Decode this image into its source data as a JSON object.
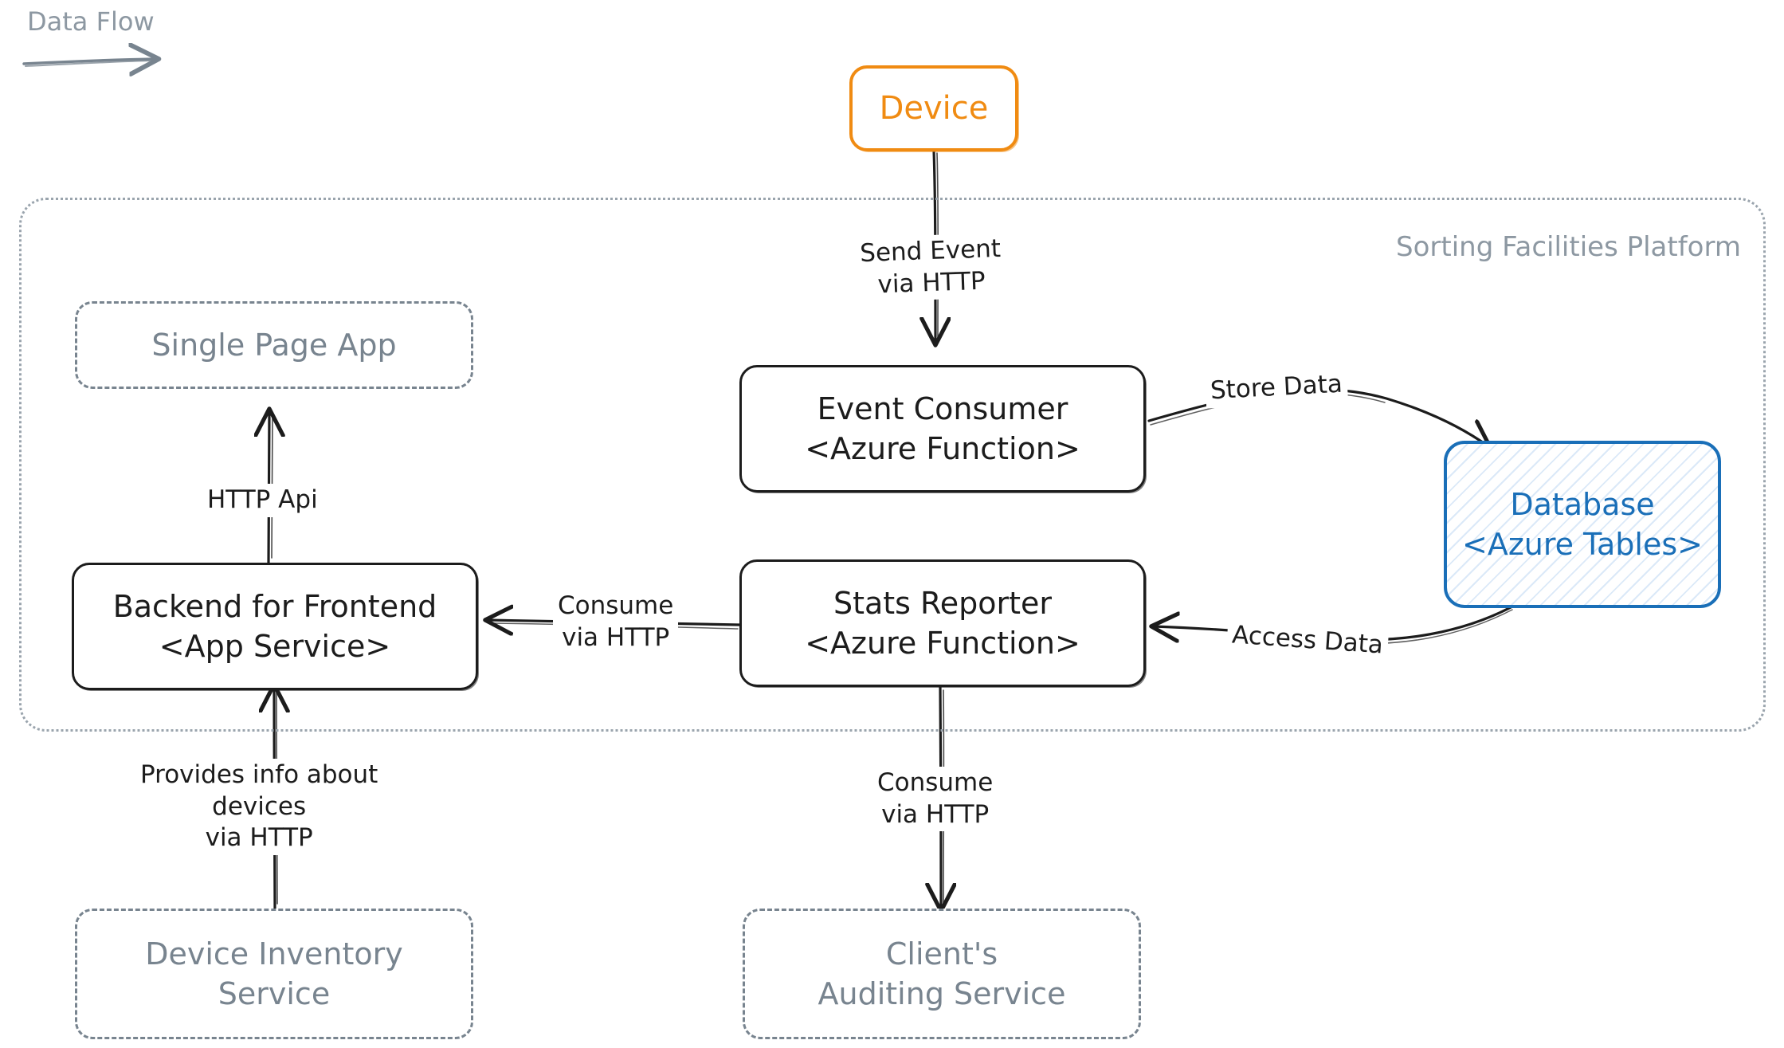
{
  "legend": {
    "title": "Data Flow",
    "arrow_color": "#78848f"
  },
  "boundary": {
    "title": "Sorting Facilities Platform",
    "style": "dotted",
    "color": "#9aa4ad"
  },
  "colors": {
    "internal_stroke": "#1c1c1c",
    "external_stroke": "#78848f",
    "database_stroke": "#1a6fb8",
    "database_hatch": "#dbe9f8",
    "device_stroke": "#f08b12",
    "background": "#ffffff"
  },
  "nodes": {
    "device": {
      "name": "Device",
      "tech": "",
      "kind": "external-device",
      "color": "#f08b12"
    },
    "single_page_app": {
      "name": "Single Page App",
      "tech": "",
      "kind": "external",
      "color": "#78848f"
    },
    "backend_for_frontend": {
      "name": "Backend for Frontend",
      "tech": "<App Service>",
      "kind": "internal",
      "color": "#1c1c1c"
    },
    "device_inventory_service": {
      "name": "Device Inventory",
      "name2": "Service",
      "tech": "",
      "kind": "external",
      "color": "#78848f"
    },
    "event_consumer": {
      "name": "Event Consumer",
      "tech": "<Azure Function>",
      "kind": "internal",
      "color": "#1c1c1c"
    },
    "stats_reporter": {
      "name": "Stats Reporter",
      "tech": "<Azure Function>",
      "kind": "internal",
      "color": "#1c1c1c"
    },
    "database": {
      "name": "Database",
      "tech": "<Azure Tables>",
      "kind": "internal-database",
      "color": "#1a6fb8"
    },
    "clients_auditing_service": {
      "name": "Client's",
      "name2": "Auditing Service",
      "tech": "",
      "kind": "external",
      "color": "#78848f"
    }
  },
  "edges": {
    "device_to_event_consumer": {
      "line1": "Send Event",
      "line2": "via HTTP",
      "from": "device",
      "to": "event_consumer"
    },
    "event_consumer_to_database": {
      "line1": "Store Data",
      "line2": "",
      "from": "event_consumer",
      "to": "database"
    },
    "database_to_stats_reporter": {
      "line1": "Access Data",
      "line2": "",
      "from": "database",
      "to": "stats_reporter"
    },
    "stats_reporter_to_bff": {
      "line1": "Consume",
      "line2": "via HTTP",
      "from": "stats_reporter",
      "to": "backend_for_frontend"
    },
    "stats_reporter_to_auditing": {
      "line1": "Consume",
      "line2": "via HTTP",
      "from": "stats_reporter",
      "to": "clients_auditing_service"
    },
    "bff_to_spa": {
      "line1": "HTTP Api",
      "line2": "",
      "from": "backend_for_frontend",
      "to": "single_page_app"
    },
    "inventory_to_bff": {
      "line1": "Provides info about",
      "line2": "devices",
      "line3": "via HTTP",
      "from": "device_inventory_service",
      "to": "backend_for_frontend"
    }
  }
}
